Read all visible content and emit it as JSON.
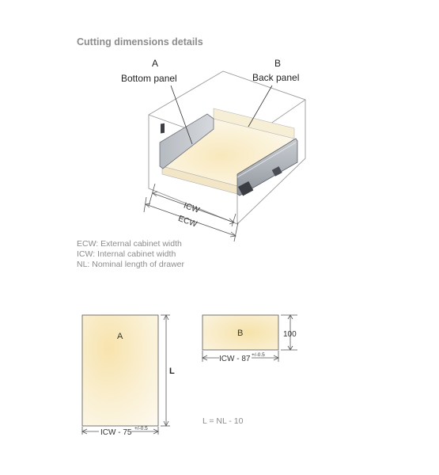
{
  "heading": "Cutting dimensions details",
  "diagram": {
    "panel_a_letter": "A",
    "panel_a_name": "Bottom panel",
    "panel_b_letter": "B",
    "panel_b_name": "Back panel",
    "icw_label": "ICW",
    "ecw_label": "ECW"
  },
  "legend": [
    "ECW: External cabinet width",
    "ICW: Internal cabinet width",
    "NL: Nominal length of drawer"
  ],
  "panel_a": {
    "letter": "A",
    "height_label": "L",
    "width_label": "ICW - 75",
    "tolerance": "+/-0.5"
  },
  "panel_b": {
    "letter": "B",
    "height_label": "100",
    "width_label": "ICW - 87",
    "tolerance": "+/-0.5"
  },
  "formula": "L = NL - 10",
  "colors": {
    "text_gray": "#8c8c8c",
    "panel_glow": "#f7e4b0",
    "panel_edge": "#fbf6ea",
    "line": "#444444"
  }
}
